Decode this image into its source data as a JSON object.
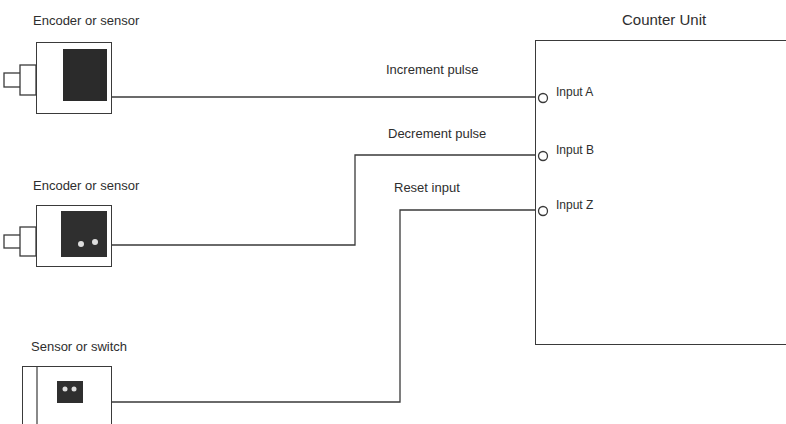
{
  "diagram": {
    "nodes": [
      {
        "text": [
          "Encoder or sensor"
        ]
      },
      {
        "text": [
          "Encoder or sensor"
        ]
      },
      {
        "text": [
          "Sensor or switch"
        ]
      },
      {
        "text": [
          "Counter Unit",
          "Input A",
          "Input B",
          "Input Z"
        ]
      }
    ],
    "edges": [
      {
        "from": 0,
        "to": 3,
        "label": "Increment pulse",
        "arrow": "none"
      },
      {
        "from": 1,
        "to": 3,
        "label": "Decrement pulse",
        "arrow": "none"
      },
      {
        "from": 2,
        "to": 3,
        "label": "Reset input",
        "arrow": "none"
      }
    ]
  }
}
